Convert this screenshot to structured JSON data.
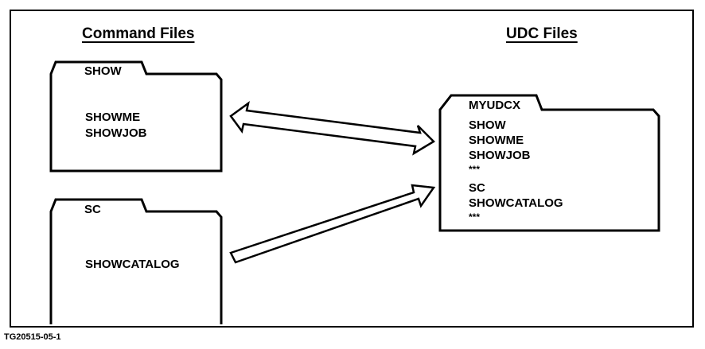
{
  "headings": {
    "command_files": "Command Files",
    "udc_files": "UDC Files"
  },
  "folders": {
    "show": {
      "tab": "SHOW",
      "entries": [
        "SHOWME",
        "SHOWJOB"
      ]
    },
    "sc": {
      "tab": "SC",
      "entries": [
        "SHOWCATALOG"
      ]
    },
    "myudcx": {
      "tab": "MYUDCX",
      "entries": [
        "SHOW",
        "SHOWME",
        "SHOWJOB",
        "***",
        "SC",
        "SHOWCATALOG",
        "***"
      ]
    }
  },
  "figure_id": "TG20515-05-1",
  "colors": {
    "ink": "#000000",
    "paper": "#ffffff"
  }
}
